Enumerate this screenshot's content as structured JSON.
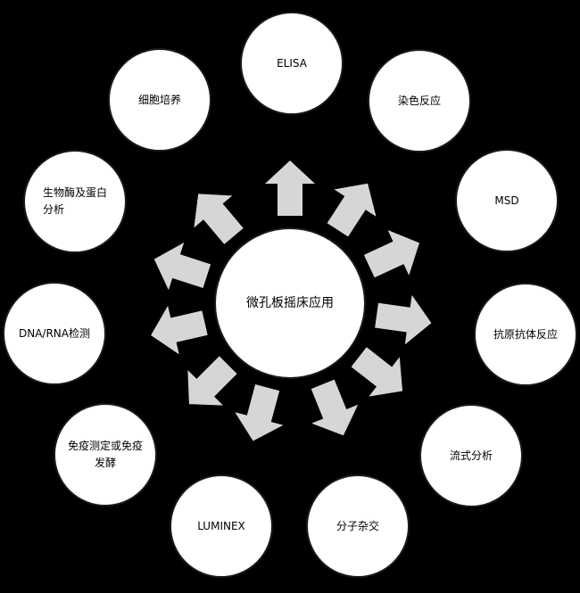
{
  "center": {
    "label": "微孔板摇床应用"
  },
  "applications": [
    {
      "id": "elisa",
      "label": "ELISA"
    },
    {
      "id": "staining",
      "label": "染色反应"
    },
    {
      "id": "msd",
      "label": "MSD"
    },
    {
      "id": "antigen-antibody",
      "label": "抗原抗体反应"
    },
    {
      "id": "flow",
      "label": "流式分析"
    },
    {
      "id": "hybridization",
      "label": "分子杂交"
    },
    {
      "id": "luminex",
      "label": "LUMINEX"
    },
    {
      "id": "immunoassay",
      "label": "免疫测定或免疫发酵"
    },
    {
      "id": "dna-rna",
      "label": "DNA/RNA检测"
    },
    {
      "id": "enzyme-protein",
      "label": "生物酶及蛋白分析"
    },
    {
      "id": "cell-culture",
      "label": "细胞培养"
    }
  ],
  "colors": {
    "background": "#000000",
    "node": "#ffffff",
    "arrow": "#d6d6d6",
    "text": "#000000"
  }
}
